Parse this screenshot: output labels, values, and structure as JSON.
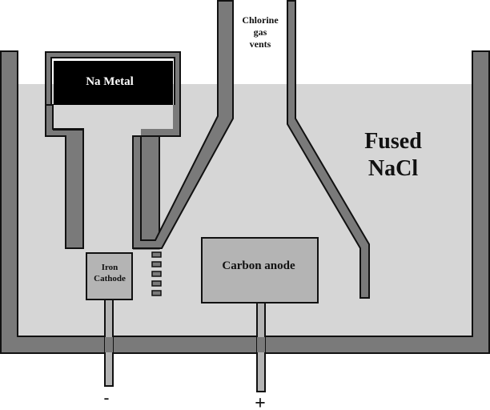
{
  "diagram": {
    "title": "Electrolysis of fused NaCl (Downs cell)",
    "labels": {
      "na_metal": "Na Metal",
      "chlorine_line1": "Chlorine",
      "chlorine_line2": "gas",
      "chlorine_line3": "vents",
      "fused_line1": "Fused",
      "fused_line2": "NaCl",
      "iron_line1": "Iron",
      "iron_line2": "Cathode",
      "carbon_anode": "Carbon anode",
      "negative_terminal": "-",
      "positive_terminal": "+"
    },
    "colors": {
      "wall": "#7a7a7a",
      "melt": "#d6d6d6",
      "electrode": "#b4b4b4",
      "sodium": "#000000",
      "outline": "#111111",
      "background": "#ffffff"
    }
  }
}
